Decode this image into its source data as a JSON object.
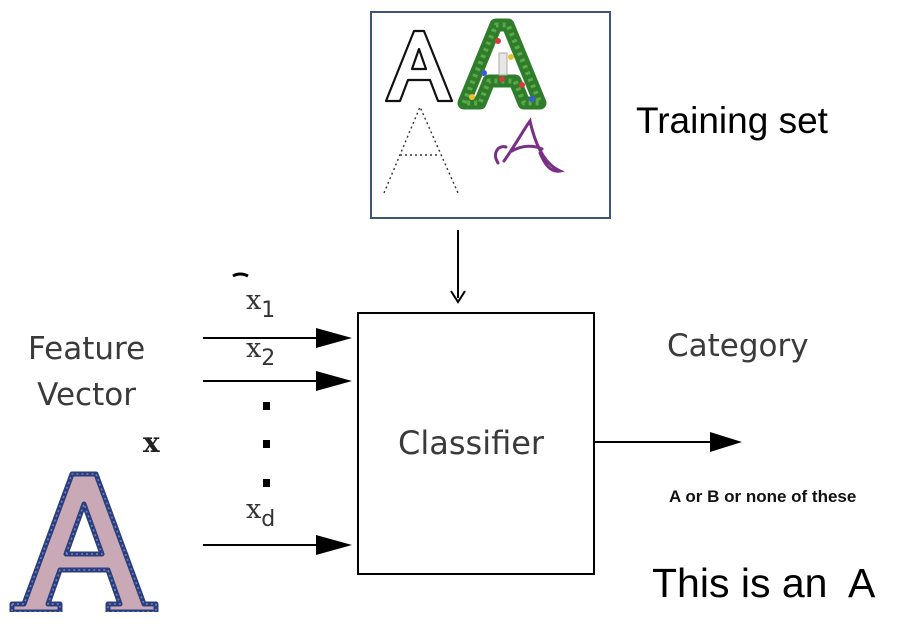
{
  "training": {
    "label": "Training set",
    "border_color": "#3e5478",
    "samples": [
      {
        "name": "outlined-a-icon",
        "style": "outline"
      },
      {
        "name": "christmas-wreath-a-icon",
        "style": "wreath",
        "color": "#2f7d2a"
      },
      {
        "name": "dotted-a-icon",
        "style": "dotted"
      },
      {
        "name": "script-a-icon",
        "style": "script",
        "color": "#7a2f86"
      }
    ]
  },
  "input": {
    "feature_label_line1": "Feature",
    "feature_label_line2": "Vector",
    "vector_symbol": "x",
    "features": [
      {
        "base": "x",
        "sub": "1"
      },
      {
        "base": "x",
        "sub": "2"
      },
      {
        "base": "x",
        "sub": "d"
      }
    ],
    "sample_glyph": "A",
    "sample_glyph_color": "#c9a9b6",
    "sample_glyph_outline": "#2c3d7d"
  },
  "classifier": {
    "label": "Classifier"
  },
  "output": {
    "category_label": "Category",
    "options": "A or B or none of these",
    "conclusion": "This is an  A"
  }
}
